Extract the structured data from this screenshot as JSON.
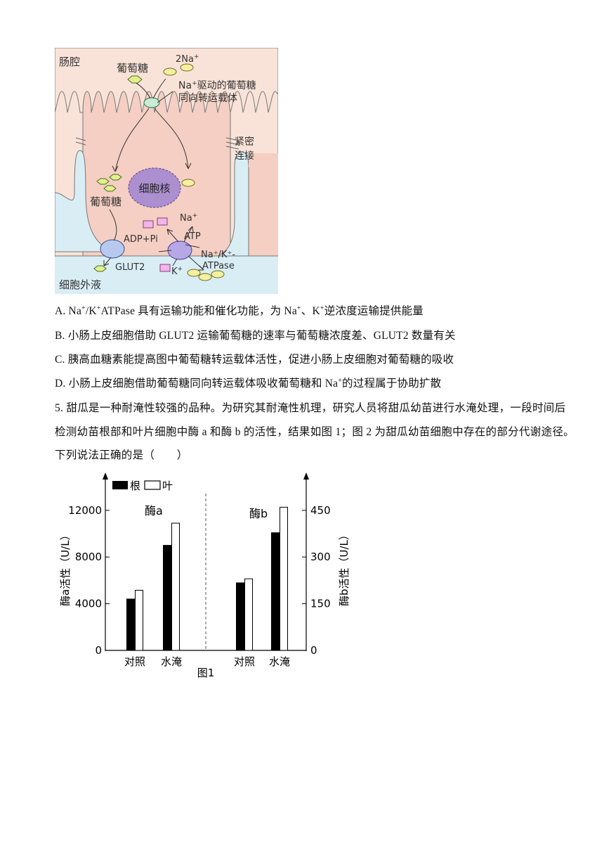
{
  "diagram": {
    "lumen_label": "肠腔",
    "glucose_label_top": "葡萄糖",
    "na_label_top": "2Na",
    "na_sup": "+",
    "symporter_label_a": "Na",
    "symporter_label_b": "驱动的葡萄糖",
    "symporter_label_line2": "同向转运载体",
    "tight_label_1": "紧密",
    "tight_label_2": "连接",
    "nucleus_label": "细胞核",
    "glucose_label_cell": "葡萄糖",
    "na_label_pump": "Na",
    "adp_label": "ADP+Pi",
    "atp_label": "ATP",
    "pump_label_line1": "Na⁺/K⁺-",
    "pump_label_line2": "ATPase",
    "glut2_label": "GLUT2",
    "k_label": "K",
    "extracellular_label": "细胞外液"
  },
  "options": [
    {
      "letter": "A.",
      "parts": [
        "Na",
        "+",
        "/K",
        "+",
        "ATPase 具有运输功能和催化功能，为 Na",
        "+",
        "、K",
        "+",
        "逆浓度运输提供能量"
      ]
    },
    {
      "letter": "B.",
      "text": "小肠上皮细胞借助 GLUT2 运输葡萄糖的速率与葡萄糖浓度差、GLUT2 数量有关"
    },
    {
      "letter": "C.",
      "text": "胰高血糖素能提高图中葡萄糖转运载体活性，促进小肠上皮细胞对葡萄糖的吸收"
    },
    {
      "letter": "D.",
      "text": "小肠上皮细胞借助葡萄糖同向转运载体吸收葡萄糖和 Na",
      "sup": "+",
      "text2": "的过程属于协助扩散"
    }
  ],
  "question5": {
    "line1": "5. 甜瓜是一种耐淹性较强的品种。为研究其耐淹性机理，研究人员将甜瓜幼苗进行水淹处理，一段时间后",
    "line2": "检测幼苗根部和叶片细胞中酶 a 和酶 b 的活性，结果如图 1；图 2 为甜瓜幼苗细胞中存在的部分代谢途径。",
    "line3": "下列说法正确的是（　　）"
  },
  "chart_data": {
    "type": "bar",
    "title": "图1",
    "legend": [
      "根",
      "叶"
    ],
    "legend_placement": "top-left",
    "panels": [
      {
        "name": "酶a",
        "ylabel": "酶a活性（U/L）",
        "axis_side": "left",
        "ylim": [
          0,
          15000
        ],
        "yticks": [
          0,
          4000,
          8000,
          12000
        ],
        "ytick_labels": [
          "0",
          "4000",
          "8000",
          "12000"
        ],
        "categories": [
          "对照",
          "水淹"
        ],
        "series": [
          {
            "name": "根",
            "values": [
              4400,
              9000
            ]
          },
          {
            "name": "叶",
            "values": [
              5150,
              10900
            ]
          }
        ]
      },
      {
        "name": "酶b",
        "ylabel": "酶b活性（U/L）",
        "axis_side": "right",
        "ylim": [
          0,
          562.5
        ],
        "yticks": [
          0,
          150,
          300,
          450
        ],
        "ytick_labels": [
          "0",
          "150",
          "300",
          "450"
        ],
        "categories": [
          "对照",
          "水淹"
        ],
        "series": [
          {
            "name": "根",
            "values": [
              217,
              378
            ]
          },
          {
            "name": "叶",
            "values": [
              230,
              460
            ]
          }
        ]
      }
    ],
    "colors": {
      "root": "#000000",
      "leaf": "#ffffff"
    }
  }
}
